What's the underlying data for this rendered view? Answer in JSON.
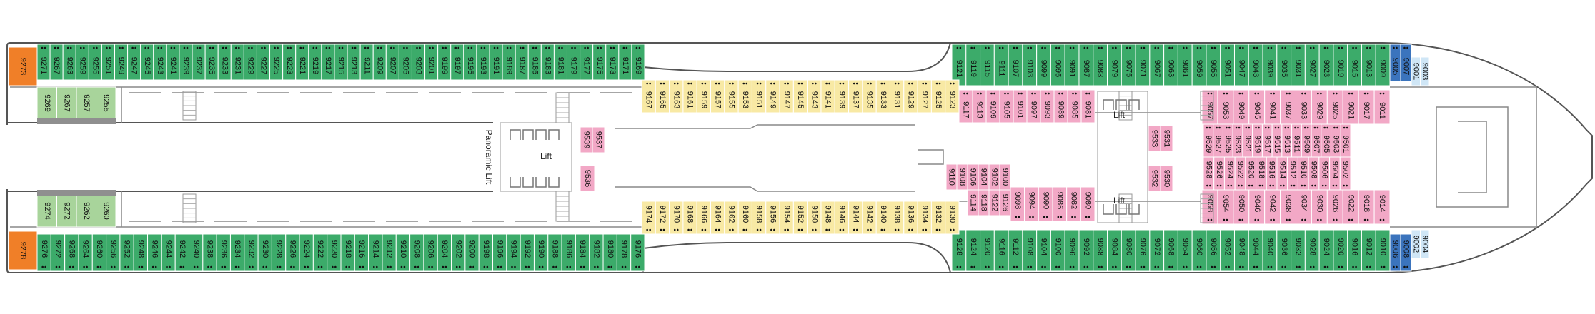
{
  "colors": {
    "green": "#3cab6a",
    "green_light": "#a8d49b",
    "yellow": "#f8e9a4",
    "pink": "#f2a8c6",
    "orange": "#f07f28",
    "blue": "#3b74bd",
    "blue_light": "#cfe6f6",
    "hull": "#555555",
    "wall": "#888888",
    "grey_block": "#8f8f8f"
  },
  "labels": {
    "panoramic_lift": "Panoramic Lift",
    "lift_1": "Lift",
    "lift_2": "Lift",
    "lift_3": "Lift"
  },
  "orange_cabins": [
    "9273",
    "9278"
  ],
  "top_outer_aft": [
    "9271",
    "9267",
    "9263",
    "9259",
    "9255",
    "9251",
    "9249",
    "9247",
    "9245",
    "9243",
    "9241",
    "9239",
    "9237",
    "9235",
    "9233",
    "9231",
    "9229",
    "9227",
    "9225",
    "9223",
    "9221",
    "9219",
    "9217",
    "9215",
    "9213",
    "9211",
    "9209",
    "9207",
    "9205",
    "9203",
    "9201",
    "9199",
    "9197",
    "9195",
    "9193",
    "9191",
    "9189",
    "9187",
    "9185",
    "9183",
    "9181",
    "9179",
    "9177",
    "9175",
    "9173",
    "9171",
    "9169"
  ],
  "top_outer_fwd": [
    "9121",
    "9119",
    "9115",
    "9111",
    "9107",
    "9103",
    "9099",
    "9095",
    "9091",
    "9087",
    "9083",
    "9079",
    "9075",
    "9071",
    "9067",
    "9063",
    "9061",
    "9059",
    "9055",
    "9051",
    "9047",
    "9043",
    "9039",
    "9035",
    "9031",
    "9027",
    "9023",
    "9019",
    "9015",
    "9013",
    "9009"
  ],
  "bottom_outer_aft": [
    "9276",
    "9272",
    "9268",
    "9264",
    "9260",
    "9256",
    "9252",
    "9248",
    "9246",
    "9244",
    "9242",
    "9240",
    "9238",
    "9236",
    "9234",
    "9232",
    "9230",
    "9228",
    "9226",
    "9224",
    "9222",
    "9220",
    "9218",
    "9216",
    "9214",
    "9212",
    "9210",
    "9208",
    "9206",
    "9204",
    "9202",
    "9200",
    "9198",
    "9196",
    "9194",
    "9192",
    "9190",
    "9188",
    "9186",
    "9184",
    "9182",
    "9180",
    "9178",
    "9176"
  ],
  "bottom_outer_fwd": [
    "9128",
    "9124",
    "9120",
    "9116",
    "9112",
    "9108",
    "9104",
    "9100",
    "9096",
    "9092",
    "9088",
    "9084",
    "9080",
    "9076",
    "9072",
    "9068",
    "9064",
    "9060",
    "9056",
    "9052",
    "9048",
    "9044",
    "9040",
    "9036",
    "9032",
    "9028",
    "9024",
    "9020",
    "9016",
    "9012",
    "9010"
  ],
  "top_inner_aft": [
    "9269",
    "9267",
    "9257",
    "9255"
  ],
  "bottom_inner_aft": [
    "9274",
    "9272",
    "9262",
    "9260"
  ],
  "top_yellow": [
    "9167",
    "9165",
    "9163",
    "9161",
    "9159",
    "9157",
    "9155",
    "9153",
    "9151",
    "9149",
    "9147",
    "9145",
    "9143",
    "9141",
    "9139",
    "9137",
    "9135",
    "9133",
    "9131",
    "9129",
    "9127",
    "9125",
    "9123"
  ],
  "bottom_yellow": [
    "9174",
    "9172",
    "9170",
    "9168",
    "9166",
    "9164",
    "9162",
    "9160",
    "9158",
    "9156",
    "9154",
    "9152",
    "9150",
    "9148",
    "9146",
    "9144",
    "9142",
    "9140",
    "9138",
    "9136",
    "9134",
    "9132",
    "9130"
  ],
  "top_inner_mid": [
    "9117",
    "9113",
    "9109",
    "9105",
    "9101",
    "9097",
    "9093",
    "9089",
    "9085",
    "9081"
  ],
  "bottom_inner_mid": [
    "9110",
    "9108",
    "9106",
    "9104",
    "9102",
    "9100",
    "9114",
    "9118",
    "9122",
    "9126",
    "9098",
    "9094",
    "9090",
    "9086",
    "9082",
    "9080"
  ],
  "aft_pink_small": [
    "9539",
    "9537",
    "9536"
  ],
  "fwd_pink_small": [
    "9533",
    "9531",
    "9532",
    "9530"
  ],
  "top_pink": [
    "9529",
    "9527",
    "9525",
    "9523",
    "9521",
    "9519",
    "9517",
    "9515",
    "9513",
    "9511",
    "9509",
    "9507",
    "9505",
    "9503",
    "9501",
    "9057",
    "9053",
    "9049",
    "9045",
    "9041",
    "9037",
    "9033",
    "9029",
    "9025",
    "9021",
    "9017",
    "9011"
  ],
  "bottom_pink": [
    "9528",
    "9526",
    "9524",
    "9522",
    "9520",
    "9518",
    "9516",
    "9514",
    "9512",
    "9510",
    "9508",
    "9506",
    "9504",
    "9502",
    "9058",
    "9054",
    "9050",
    "9046",
    "9042",
    "9038",
    "9034",
    "9030",
    "9026",
    "9022",
    "9018",
    "9014"
  ],
  "blue_top": [
    "9005",
    "9007"
  ],
  "blue_bottom": [
    "9006",
    "9008"
  ],
  "light_blue_top": [
    "9001",
    "9003"
  ],
  "light_blue_bottom": [
    "9002",
    "9004"
  ]
}
